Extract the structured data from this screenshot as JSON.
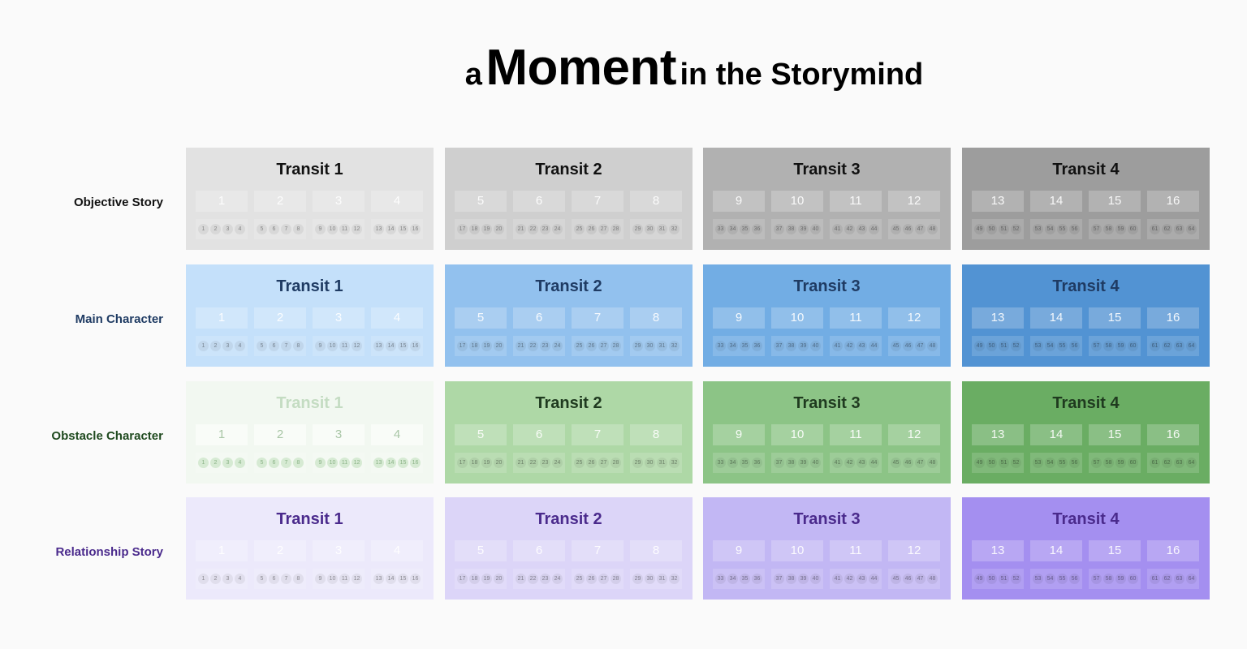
{
  "title": {
    "prefix": "a",
    "main": "Moment",
    "suffix": "in the Storymind"
  },
  "rows": [
    {
      "label": "Objective Story",
      "label_color": "#111111",
      "title_color": "#111111",
      "colors": [
        "#e2e2e2",
        "#cfcfcf",
        "#b1b1b1",
        "#9d9d9d"
      ]
    },
    {
      "label": "Main Character",
      "label_color": "#1f3b63",
      "title_color": "#1f3b63",
      "colors": [
        "#c4e0fa",
        "#92c1ee",
        "#72ade4",
        "#5293d3"
      ]
    },
    {
      "label": "Obstacle Character",
      "label_color": "#1f4a1f",
      "title_color": "#1f3a1f",
      "colors": [
        "#f2f8f1",
        "#aed8a6",
        "#8cc486",
        "#6aad63"
      ]
    },
    {
      "label": "Relationship Story",
      "label_color": "#4a2a8c",
      "title_color": "#4a2a8c",
      "colors": [
        "#ece9fb",
        "#dcd5f8",
        "#c2b7f4",
        "#a48ff0"
      ]
    }
  ],
  "transits": [
    {
      "label": "Transit 1",
      "sequences": [
        "1",
        "2",
        "3",
        "4"
      ]
    },
    {
      "label": "Transit 2",
      "sequences": [
        "5",
        "6",
        "7",
        "8"
      ]
    },
    {
      "label": "Transit 3",
      "sequences": [
        "9",
        "10",
        "11",
        "12"
      ]
    },
    {
      "label": "Transit 4",
      "sequences": [
        "13",
        "14",
        "15",
        "16"
      ]
    }
  ],
  "events": [
    [
      "1",
      "2",
      "3",
      "4"
    ],
    [
      "5",
      "6",
      "7",
      "8"
    ],
    [
      "9",
      "10",
      "11",
      "12"
    ],
    [
      "13",
      "14",
      "15",
      "16"
    ],
    [
      "17",
      "18",
      "19",
      "20"
    ],
    [
      "21",
      "22",
      "23",
      "24"
    ],
    [
      "25",
      "26",
      "27",
      "28"
    ],
    [
      "29",
      "30",
      "31",
      "32"
    ],
    [
      "33",
      "34",
      "35",
      "36"
    ],
    [
      "37",
      "38",
      "39",
      "40"
    ],
    [
      "41",
      "42",
      "43",
      "44"
    ],
    [
      "45",
      "46",
      "47",
      "48"
    ],
    [
      "49",
      "50",
      "51",
      "52"
    ],
    [
      "53",
      "54",
      "55",
      "56"
    ],
    [
      "57",
      "58",
      "59",
      "60"
    ],
    [
      "61",
      "62",
      "63",
      "64"
    ]
  ]
}
